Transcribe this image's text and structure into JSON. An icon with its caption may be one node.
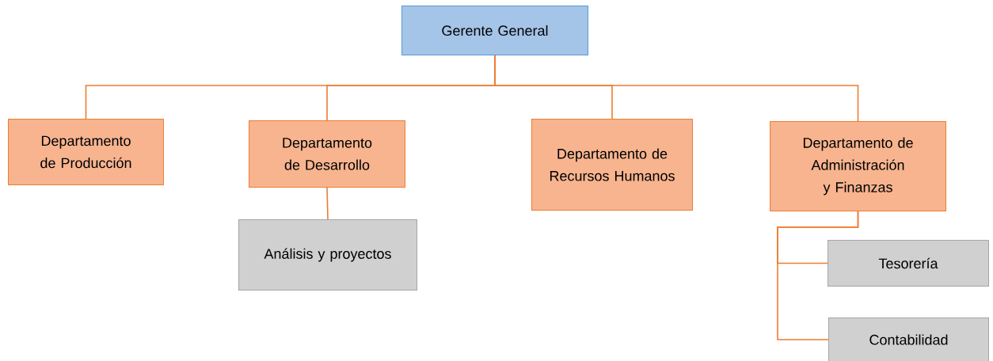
{
  "diagram": {
    "nodes": [
      {
        "text": [
          "Gerente General"
        ]
      },
      {
        "text": [
          "Departamento de Producción"
        ]
      },
      {
        "text": [
          "Departamento de Desarrollo"
        ]
      },
      {
        "text": [
          "Departamento de Recursos Humanos"
        ]
      },
      {
        "text": [
          "Departamento de Administración y Finanzas"
        ]
      },
      {
        "text": [
          "Análisis y proyectos"
        ]
      },
      {
        "text": [
          "Tesorería"
        ]
      },
      {
        "text": [
          "Contabilidad"
        ]
      }
    ],
    "edges": [
      {
        "from": 0,
        "to": 1,
        "arrow": "none"
      },
      {
        "from": 0,
        "to": 2,
        "arrow": "none"
      },
      {
        "from": 0,
        "to": 3,
        "arrow": "none"
      },
      {
        "from": 0,
        "to": 4,
        "arrow": "none"
      },
      {
        "from": 2,
        "to": 5,
        "arrow": "none"
      },
      {
        "from": 4,
        "to": 6,
        "arrow": "none"
      },
      {
        "from": 4,
        "to": 7,
        "arrow": "none"
      }
    ]
  }
}
